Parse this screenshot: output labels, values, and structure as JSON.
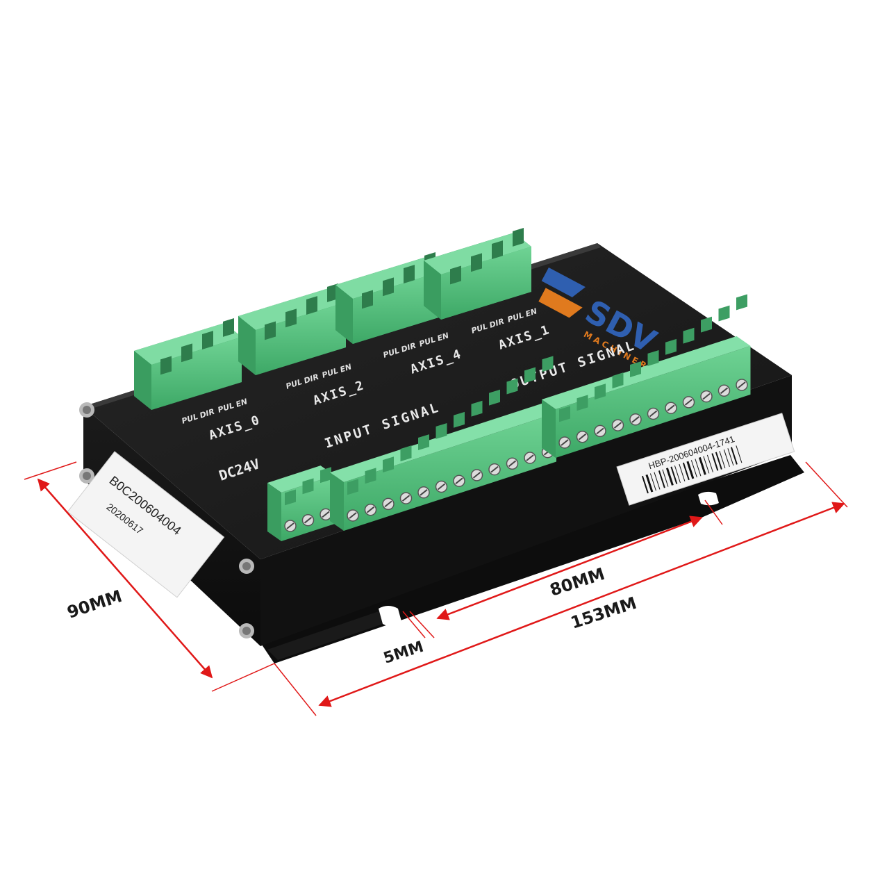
{
  "brand": {
    "logo": "SDV",
    "tagline": "MACHINERY",
    "colors": {
      "blue": "#2f5fb0",
      "orange": "#e07a1e"
    }
  },
  "board": {
    "colors": {
      "body": "#121212",
      "top": "#1d1d1d",
      "terminal": "#4fbf7a",
      "terminal_dark": "#2f8a53"
    },
    "axes": [
      {
        "label": "AXIS_0",
        "pins": [
          "PUL",
          "DIR",
          "PUL",
          "EN"
        ]
      },
      {
        "label": "AXIS_2",
        "pins": [
          "PUL",
          "DIR",
          "PUL",
          "EN"
        ]
      },
      {
        "label": "AXIS_4",
        "pins": [
          "PUL",
          "DIR",
          "PUL",
          "EN"
        ]
      },
      {
        "label": "AXIS_1",
        "pins": [
          "PUL",
          "DIR",
          "PUL",
          "EN"
        ]
      }
    ],
    "power_label": "DC24V",
    "input_label": "INPUT SIGNAL",
    "output_label": "OUTPUT SIGNAL",
    "sticker_left": {
      "code": "B0C200604004",
      "date": "20200617"
    },
    "sticker_right": {
      "code": "HBP-200604004-1741"
    }
  },
  "dimensions": {
    "height": "90MM",
    "hole_spacing": "80MM",
    "length": "153MM",
    "slot": "5MM",
    "color": "#e01818"
  }
}
